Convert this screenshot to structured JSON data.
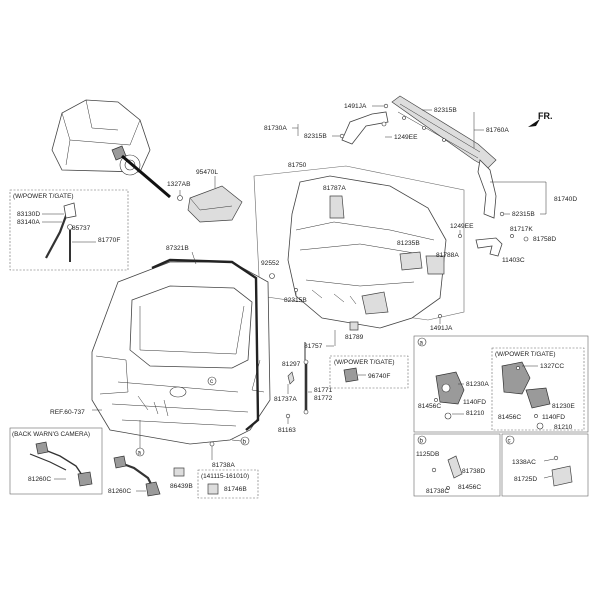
{
  "direction_label": "FR.",
  "titles": {
    "power_tgate_left": "(W/POWER T/GATE)",
    "power_tgate_mid": "(W/POWER T/GATE)",
    "power_tgate_right": "(W/POWER T/GATE)",
    "back_warning_camera": "(BACK WARN'G CAMERA)",
    "date_range": "(141115-161010)"
  },
  "reference": "REF.60-737",
  "detail_letters": {
    "a": "a",
    "b": "b",
    "c": "c"
  },
  "parts": {
    "p1491JA_top": "1491JA",
    "p82315B_top": "82315B",
    "p81730A": "81730A",
    "p82315B_mid": "82315B",
    "p1249EE_top": "1249EE",
    "p81760A": "81760A",
    "p81750": "81750",
    "p81787A": "81787A",
    "p81740D": "81740D",
    "p82315B_right": "82315B",
    "p1249EE_mid": "1249EE",
    "p81717K": "81717K",
    "p81758D": "81758D",
    "p81235B": "81235B",
    "p11403C": "11403C",
    "p81788A": "81788A",
    "p92552": "92552",
    "p82315B_low": "82315B",
    "p81789": "81789",
    "p1491JA_low": "1491JA",
    "p81757": "81757",
    "p95470L": "95470L",
    "p1327AB": "1327AB",
    "p83130D": "83130D",
    "p83140A": "83140A",
    "p85737": "85737",
    "p81770F": "81770F",
    "p87321B": "87321B",
    "p96740F": "96740F",
    "p81297": "81297",
    "p81737A": "81737A",
    "p81771": "81771",
    "p81772": "81772",
    "p81163": "81163",
    "p81738A": "81738A",
    "p81746B": "81746B",
    "p86439B": "86439B",
    "p81260C_cam": "81260C",
    "p81260C_low": "81260C",
    "a_81230A": "81230A",
    "a_81456C": "81456C",
    "a_1140FD": "1140FD",
    "a_81210": "81210",
    "a_1327CC": "1327CC",
    "a_81230E": "81230E",
    "a_81456C_r": "81456C",
    "a_1140FD_r": "1140FD",
    "a_81210_r": "81210",
    "b_1125DB": "1125DB",
    "b_81738D": "81738D",
    "b_81738C": "81738C",
    "b_81456C": "81456C",
    "c_1338AC": "1338AC",
    "c_81725D": "81725D"
  },
  "colors": {
    "line": "#333333",
    "part_fill": "#dddddd",
    "dark_fill": "#9a9a9a"
  }
}
